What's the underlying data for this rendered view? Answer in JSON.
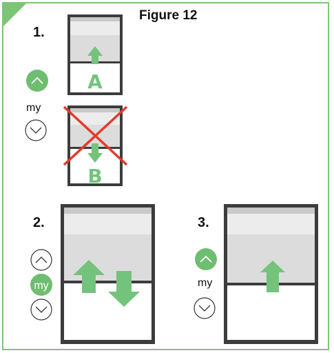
{
  "figure_title": "Figure 12",
  "steps": [
    {
      "label": "1.",
      "motion_labels": [
        "A",
        "B"
      ],
      "remote_label": "my"
    },
    {
      "label": "2.",
      "remote_label": "my"
    },
    {
      "label": "3.",
      "remote_label": "my"
    }
  ],
  "icons": {
    "up": "up-chevron-button-icon",
    "down": "down-chevron-button-icon",
    "my": "my-button-icon",
    "cross": "red-x-icon"
  },
  "colors": {
    "frame": "#7cc576",
    "arrow": "#74c37d",
    "active_button": "#6fbd70",
    "cross": "#e23b2b",
    "shade_frame": "#3c3c3c"
  }
}
